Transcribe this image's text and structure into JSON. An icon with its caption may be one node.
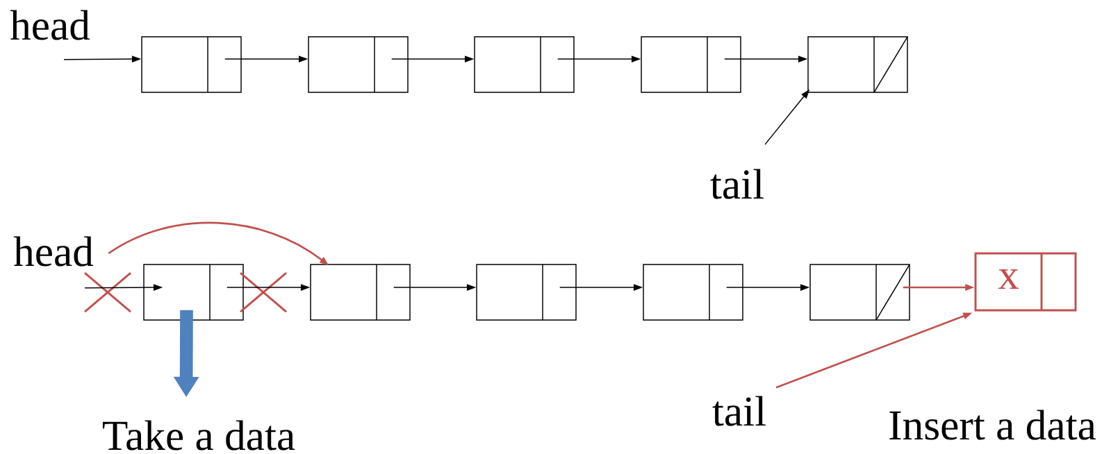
{
  "diagram": {
    "nodes": [
      {
        "text": [
          "head"
        ]
      },
      {
        "text": [],
        "shape": "box"
      },
      {
        "text": [],
        "shape": "box"
      },
      {
        "text": [],
        "shape": "box"
      },
      {
        "text": [],
        "shape": "box"
      },
      {
        "text": [],
        "shape": "box"
      },
      {
        "text": [
          "tail"
        ]
      },
      {
        "text": [
          "head"
        ]
      },
      {
        "text": [],
        "shape": "box"
      },
      {
        "text": [],
        "shape": "box"
      },
      {
        "text": [],
        "shape": "box"
      },
      {
        "text": [],
        "shape": "box"
      },
      {
        "text": [],
        "shape": "box"
      },
      {
        "text": [
          "x"
        ]
      },
      {
        "text": [
          "tail"
        ]
      },
      {
        "text": [
          "Take a data"
        ]
      }
    ],
    "edges": [
      {
        "from": 0,
        "to": 1,
        "arrow": "to"
      },
      {
        "from": 1,
        "to": 2,
        "arrow": "to"
      },
      {
        "from": 2,
        "to": 3,
        "arrow": "to"
      },
      {
        "from": 3,
        "to": 4,
        "arrow": "to"
      },
      {
        "from": 4,
        "to": 5,
        "arrow": "to"
      },
      {
        "from": 6,
        "to": 5,
        "arrow": "to"
      },
      {
        "from": 7,
        "to": 9,
        "arrow": "to",
        "color": "#c0504d"
      },
      {
        "from": 7,
        "to": 8,
        "arrow": "to"
      },
      {
        "from": 8,
        "to": 9,
        "arrow": "to"
      },
      {
        "from": 9,
        "to": 10,
        "arrow": "to"
      },
      {
        "from": 10,
        "to": 11,
        "arrow": "to"
      },
      {
        "from": 11,
        "to": 12,
        "arrow": "to"
      },
      {
        "from": 12,
        "to": 13,
        "arrow": "to",
        "color": "#c0504d"
      },
      {
        "from": 14,
        "to": 13,
        "arrow": "to",
        "color": "#c0504d"
      },
      {
        "from": 8,
        "to": 15,
        "arrow": "to",
        "style": "thick",
        "color": "#4f81bd"
      }
    ],
    "labels": [
      "Insert a data"
    ]
  }
}
